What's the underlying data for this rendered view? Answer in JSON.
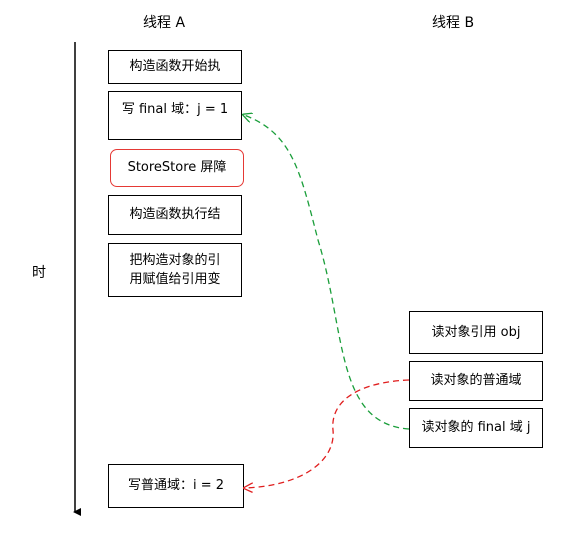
{
  "columns": {
    "thread_a": "线程 A",
    "thread_b": "线程 B"
  },
  "time_axis": {
    "label": "时"
  },
  "thread_a_steps": {
    "ctor_start": "构造函数开始执",
    "write_final": "写 final 域：j = 1",
    "barrier": "StoreStore 屏障",
    "ctor_end": "构造函数执行结",
    "assign_line1": "把构造对象的引",
    "assign_line2": "用赋值给引用变",
    "write_normal": "写普通域：i = 2"
  },
  "thread_b_steps": {
    "read_ref": "读对象引用 obj",
    "read_normal": "读对象的普通域",
    "read_final": "读对象的 final 域 j"
  },
  "colors": {
    "final_link": "#1a9e3a",
    "normal_link": "#e01e1e",
    "barrier_border": "#e53935"
  }
}
